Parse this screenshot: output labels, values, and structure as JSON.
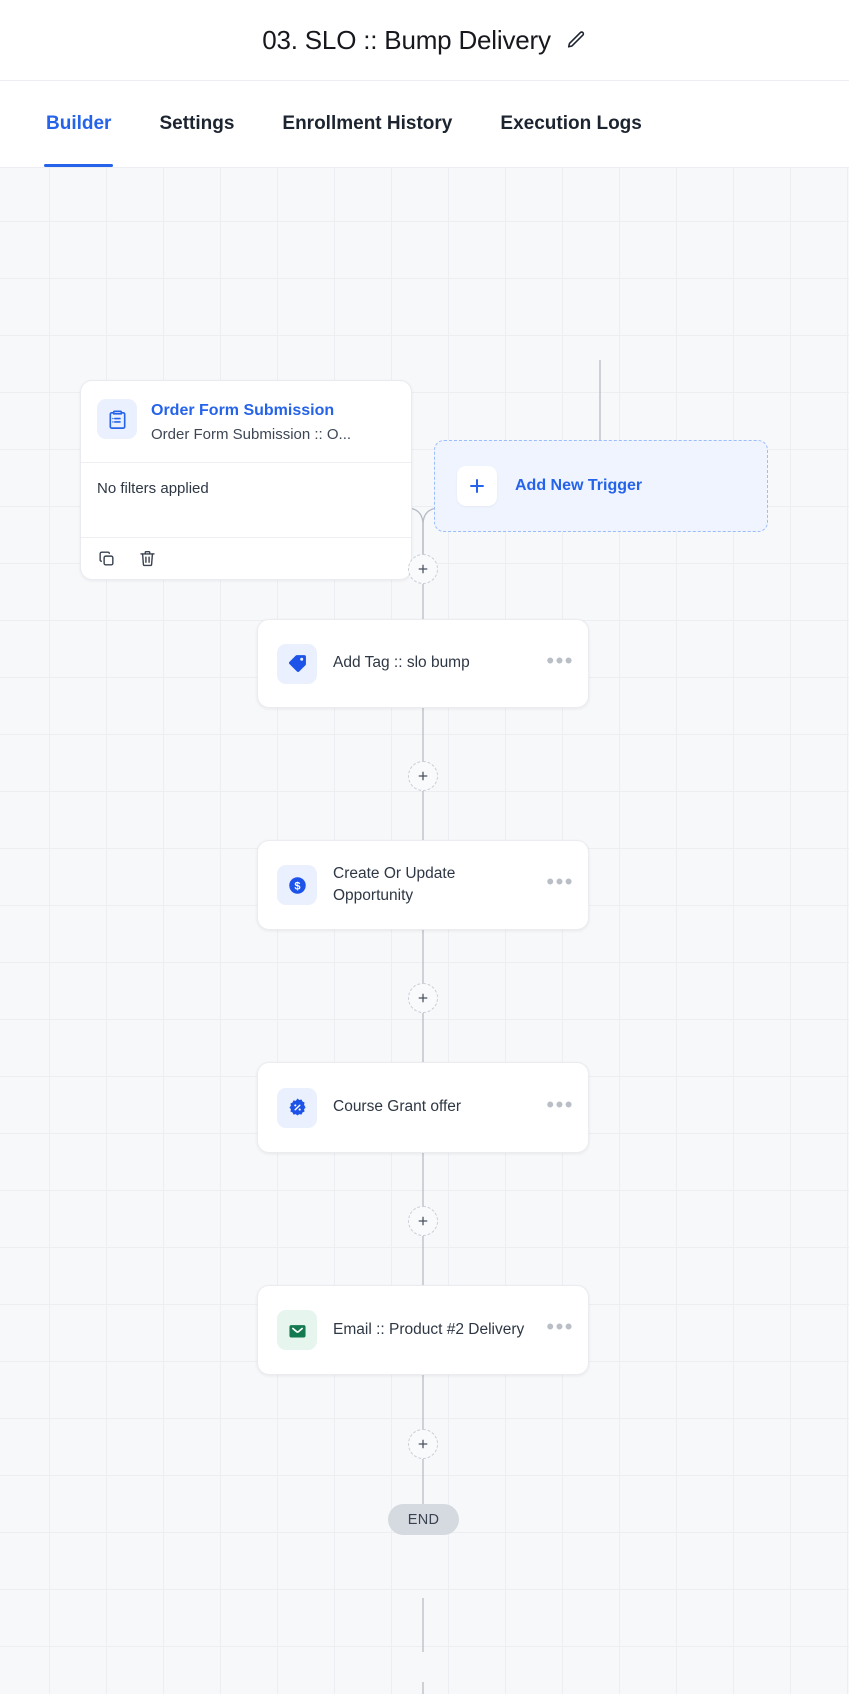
{
  "header": {
    "title": "03. SLO :: Bump Delivery",
    "edit_icon": "pencil-icon"
  },
  "tabs": [
    {
      "label": "Builder",
      "active": true
    },
    {
      "label": "Settings",
      "active": false
    },
    {
      "label": "Enrollment History",
      "active": false
    },
    {
      "label": "Execution Logs",
      "active": false
    }
  ],
  "canvas": {
    "trigger": {
      "icon": "clipboard-list-icon",
      "title": "Order Form Submission",
      "subtitle": "Order Form Submission :: O...",
      "filters_text": "No filters applied",
      "footer": [
        {
          "icon": "duplicate-icon"
        },
        {
          "icon": "trash-icon"
        }
      ]
    },
    "add_trigger": {
      "icon": "plus-icon",
      "label": "Add New Trigger"
    },
    "steps": [
      {
        "icon": "tag-icon",
        "label": "Add Tag :: slo bump",
        "menu": "•••"
      },
      {
        "icon": "dollar-circle-icon",
        "label": "Create Or Update Opportunity",
        "menu": "•••"
      },
      {
        "icon": "percent-badge-icon",
        "label": "Course Grant offer",
        "menu": "•••"
      },
      {
        "icon": "envelope-icon",
        "label": "Email :: Product #2 Delivery",
        "menu": "•••"
      }
    ],
    "end_label": "END",
    "add_step_icon": "plus-icon"
  },
  "colors": {
    "accent": "#2563eb",
    "canvas_bg": "#f7f8fa",
    "grid_line": "#eceef2",
    "edge": "#b7bcc4",
    "green": "#147a4f",
    "end_badge": "#d5d9e0"
  }
}
